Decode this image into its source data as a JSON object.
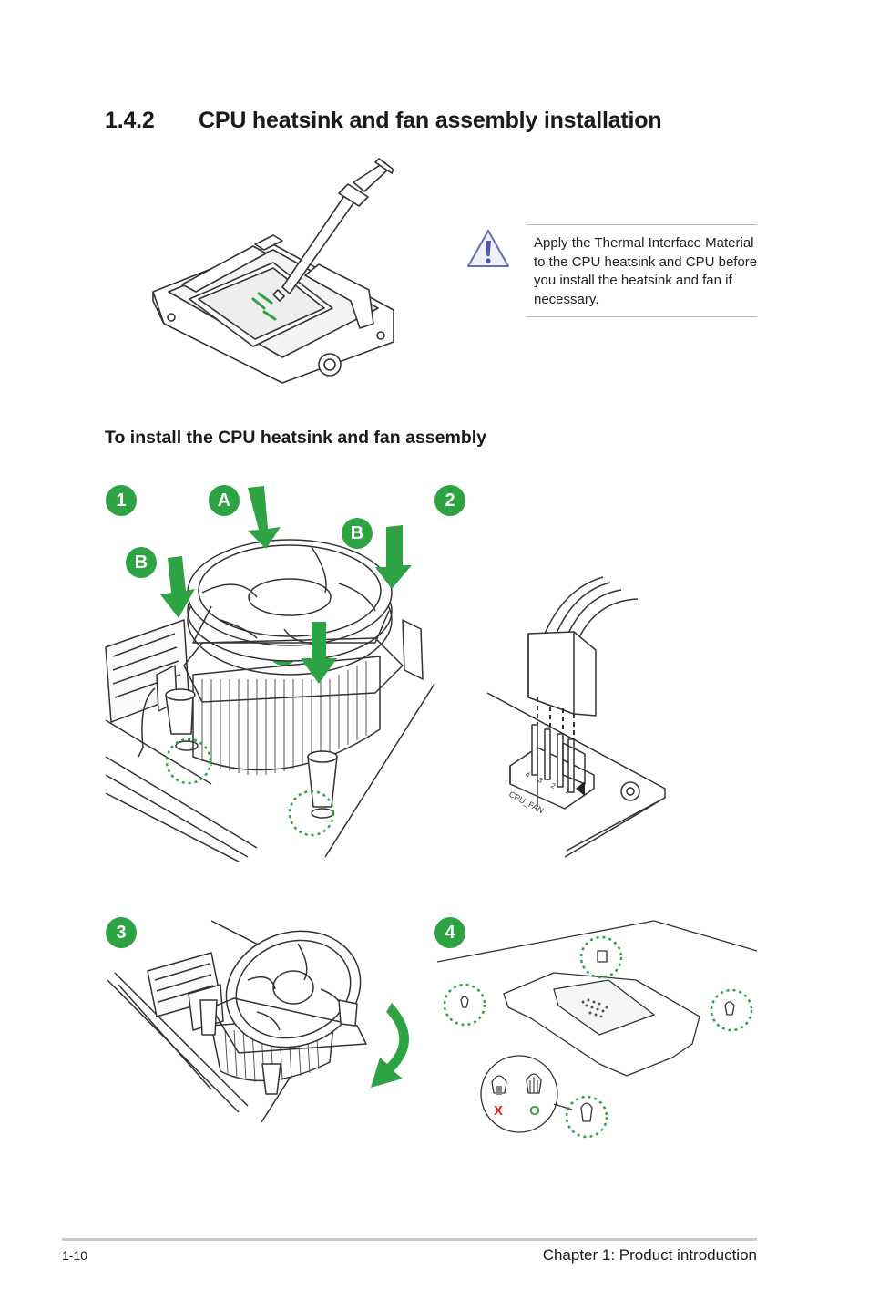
{
  "section": {
    "number": "1.4.2",
    "title": "CPU heatsink and fan assembly installation"
  },
  "note": {
    "icon": "warning-triangle-icon",
    "text": "Apply the Thermal Interface Material to the CPU heatsink and CPU before you install the heatsink and fan if necessary."
  },
  "subheading": "To install the CPU heatsink and fan assembly",
  "steps": [
    {
      "label": "1"
    },
    {
      "label": "2"
    },
    {
      "label": "3"
    },
    {
      "label": "4"
    }
  ],
  "callouts": {
    "a": "A",
    "b": "B"
  },
  "figure2": {
    "connector_label": "CPU_FAN",
    "pins": [
      "4",
      "3",
      "2",
      "1"
    ]
  },
  "figure4": {
    "wrong_mark": "X",
    "right_mark": "O"
  },
  "colors": {
    "accent_green": "#2ea344",
    "wrong_red": "#e0201b"
  },
  "footer": {
    "page_number": "1-10",
    "chapter": "Chapter 1: Product introduction"
  }
}
